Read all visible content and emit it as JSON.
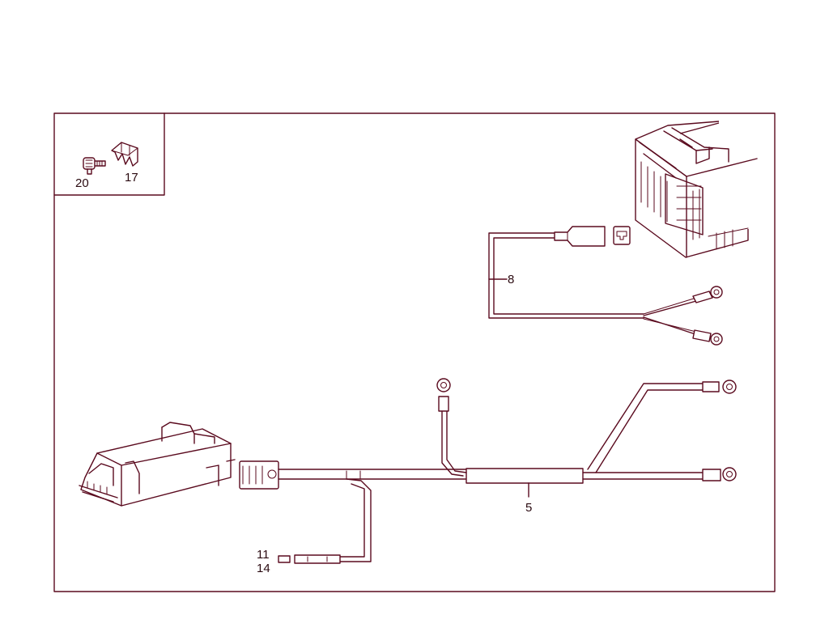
{
  "callouts": {
    "c20": "20",
    "c17": "17",
    "c8": "8",
    "c5": "5",
    "c11": "11",
    "c14": "14"
  },
  "colors": {
    "line": "#5a0a1e",
    "background": "#ffffff"
  }
}
